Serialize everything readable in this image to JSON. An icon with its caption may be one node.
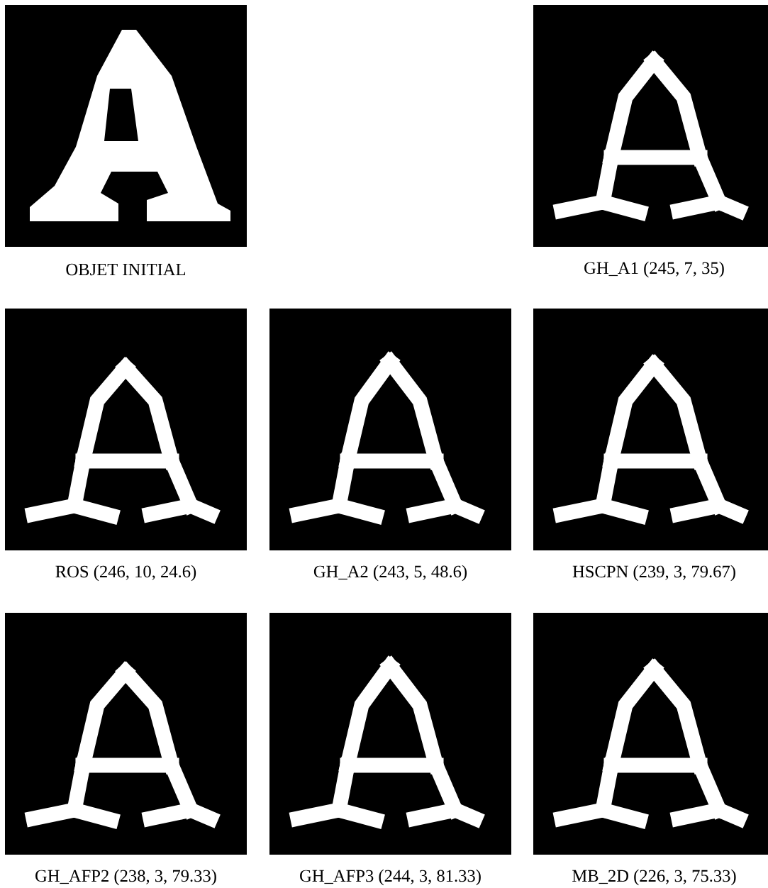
{
  "diagram": {
    "labels": [
      "OBJET INITIAL",
      "GH_A1 (245, 7, 35)",
      "ROS (246, 10, 24.6)",
      "GH_A2 (243, 5, 48.6)",
      "HSCPN (239, 3, 79.67)",
      "GH_AFP2 (238, 3, 79.33)",
      "GH_AFP3 (244, 3, 81.33)",
      "MB_2D (226, 3, 75.33)"
    ]
  }
}
